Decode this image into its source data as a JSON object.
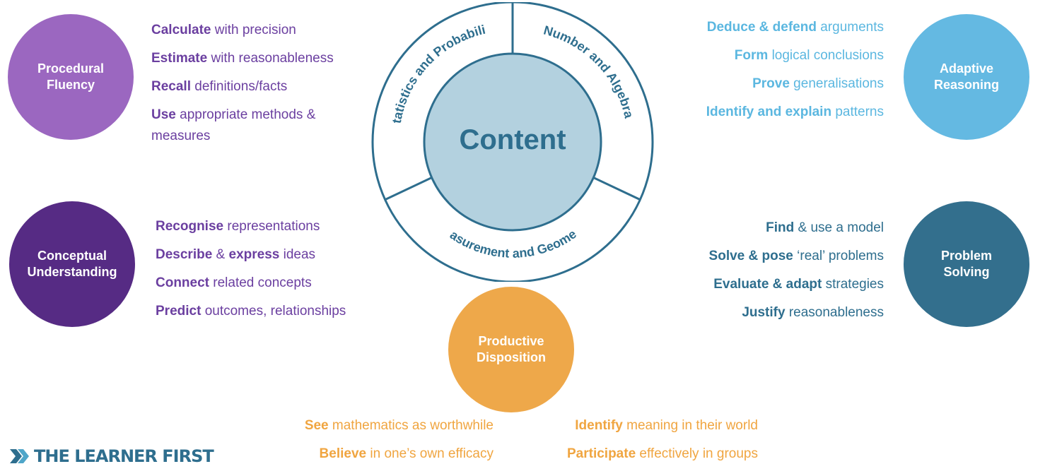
{
  "center": {
    "label": "Content",
    "segments": [
      {
        "label": "Statistics and Probability"
      },
      {
        "label": "Number and Algebra"
      },
      {
        "label": "Measurement and Geometry"
      }
    ]
  },
  "strands": {
    "procedural": {
      "title": "Procedural\nFluency",
      "color": "#9b67c0",
      "items": [
        {
          "kw": "Calculate",
          "rest": " with precision"
        },
        {
          "kw": "Estimate",
          "rest": " with reasonableness"
        },
        {
          "kw": "Recall",
          "rest": " definitions/facts"
        },
        {
          "kw": "Use",
          "rest": " appropriate methods &\nmeasures"
        }
      ]
    },
    "conceptual": {
      "title": "Conceptual\nUnderstanding",
      "color": "#562b84",
      "items": [
        {
          "kw": "Recognise",
          "rest": " representations"
        },
        {
          "kw": "Describe",
          "mid": " & ",
          "kw2": "express",
          "rest": " ideas"
        },
        {
          "kw": "Connect",
          "rest": " related concepts"
        },
        {
          "kw": "Predict",
          "rest": " outcomes, relationships"
        }
      ]
    },
    "adaptive": {
      "title": "Adaptive\nReasoning",
      "color": "#64b9e2",
      "items": [
        {
          "kw": "Deduce & defend",
          "rest": " arguments"
        },
        {
          "kw": "Form",
          "rest": " logical conclusions"
        },
        {
          "kw": "Prove",
          "rest": " generalisations"
        },
        {
          "kw": "Identify and explain",
          "rest": " patterns"
        }
      ]
    },
    "problem": {
      "title": "Problem\nSolving",
      "color": "#336f8d",
      "items": [
        {
          "kw": "Find",
          "rest": " & use a model"
        },
        {
          "kw": "Solve & pose",
          "rest": " ‘real’ problems"
        },
        {
          "kw": "Evaluate & adapt",
          "rest": " strategies"
        },
        {
          "kw": "Justify",
          "rest": " reasonableness"
        }
      ]
    },
    "productive": {
      "title": "Productive\nDisposition",
      "color": "#eea84a",
      "items_left": [
        {
          "kw": "See",
          "rest": " mathematics as worthwhile"
        },
        {
          "kw": "Believe",
          "rest": " in one’s own efficacy"
        }
      ],
      "items_right": [
        {
          "kw": "Identify",
          "rest": " meaning in their world"
        },
        {
          "kw": "Participate",
          "rest": " effectively in groups"
        }
      ]
    }
  },
  "logo": {
    "text": "THE LEARNER FIRST"
  },
  "colors": {
    "ring_stroke": "#2e6e8e",
    "center_fill": "#b3d1df",
    "center_text": "#2e6e8e"
  }
}
